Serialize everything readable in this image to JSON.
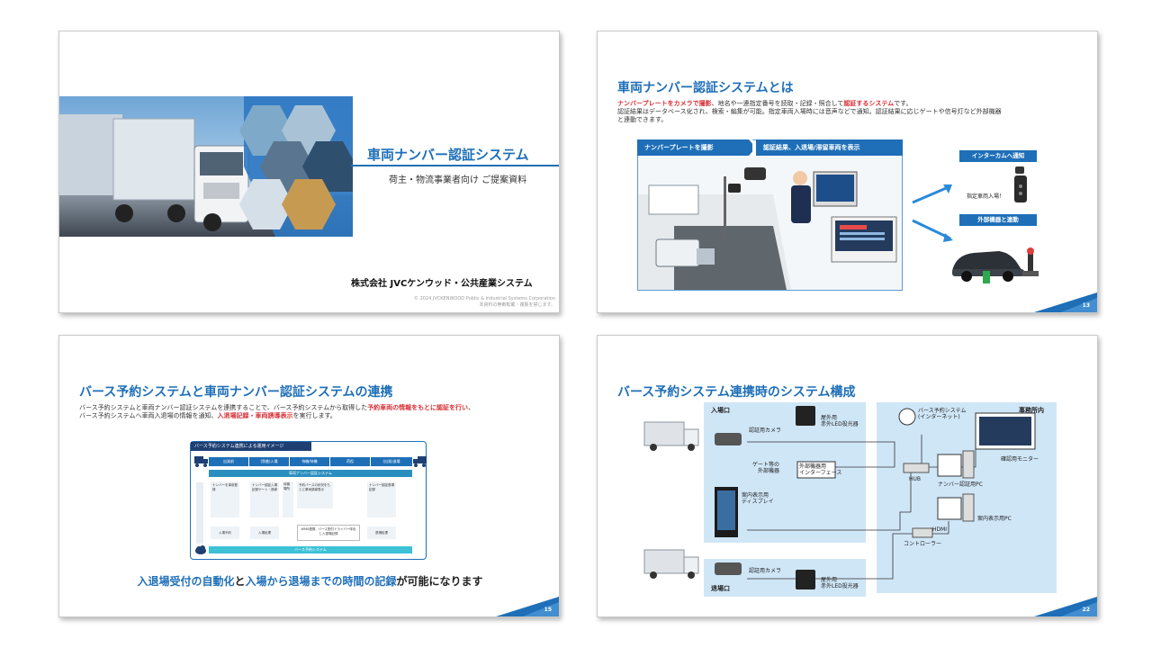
{
  "slide1": {
    "title": "車両ナンバー認証システム",
    "subtitle": "荷主・物流事業者向け ご提案資料",
    "company": "株式会社 JVCケンウッド・公共産業システム",
    "copyright1": "© 2024 JVCKENWOOD Public & Industrial Systems Corporation",
    "copyright2": "本資料の無断転載・複製を禁じます。"
  },
  "slide2": {
    "title": "車両ナンバー認証システムとは",
    "line1_red1": "ナンバープレートをカメラで撮影",
    "line1_mid": "、地名や一連指定番号を読取・記録・照合して",
    "line1_red2": "認証するシステム",
    "line1_end": "です。",
    "line2": "認証結果はデータベース化され、検索・編集が可能。指定車両入場時には音声などで通知。認証結果に応じゲートや信号灯など外部機器",
    "line3": "と連動できます。",
    "tab1": "ナンバープレートを撮影",
    "tab2": "認証結果、入退場/滞留車両を表示",
    "tag1": "インターカムへ通知",
    "tag2": "外部機器と連動",
    "intercom_text": "指定車両入場！",
    "page": "13"
  },
  "slide3": {
    "title": "バース予約システムと車両ナンバー認証システムの連携",
    "line1_a": "バース予約システムと車両ナンバー認証システムを連携することで、バース予約システムから取得した",
    "line1_red": "予約車両の情報をもとに認証を行い",
    "line1_end": "、",
    "line2_a": "バース予約システムへ車両入退場の情報を通知、",
    "line2_red": "入退場記録・車両誘導表示",
    "line2_end": "を実行します。",
    "diagram_title": "バース予約システム連携による運用イメージ",
    "steps": [
      "出発前",
      "(到着)入場",
      "待機/待機",
      "荷役",
      "(出発)退場"
    ],
    "nr_bar": "車両ナンバー認証システム",
    "berth_bar": "バース予約システム",
    "box_texts": [
      "ナンバーを事前登録",
      "ナンバー認証入場記録ゲート・誘導",
      "待機場所",
      "予約バースの状況をもとに車両誘導表示",
      "ナンバー認証退場記録"
    ],
    "box_bottom": [
      "入場予約",
      "入場処理",
      "WMS連携、バース割付ドライバー呼出し入退場記録",
      "退場処理"
    ],
    "bottom_a": "入退場受付の自動化",
    "bottom_b": "と",
    "bottom_c": "入場から退場までの時間の記録",
    "bottom_d": "が可能になります",
    "page": "15"
  },
  "slide4": {
    "title": "バース予約システム連携時のシステム構成",
    "entrance": "入場口",
    "exit": "退場口",
    "office": "事務所内",
    "cam1": "認証用カメラ",
    "ir1": "屋外用\n赤外LED投光器",
    "gate": "ゲート等の\n外部機器",
    "ext_if": "外部機器用\nインターフェース",
    "display": "案内表示用\nディスプレイ",
    "cam2": "認証用カメラ",
    "ir2": "屋外用\n赤外LED投光器",
    "berth": "バース予約システム\n(インターネット)",
    "monitor": "確認用モニター",
    "hub": "HUB",
    "nr_pc": "ナンバー認証用PC",
    "guide_pc": "案内表示用PC",
    "hdmi": "HDMI",
    "controller": "コントローラー",
    "page": "22"
  },
  "colors": {
    "brand": "#1e6fb8",
    "accent_red": "#d72f36",
    "panel": "#cfe6f7"
  }
}
